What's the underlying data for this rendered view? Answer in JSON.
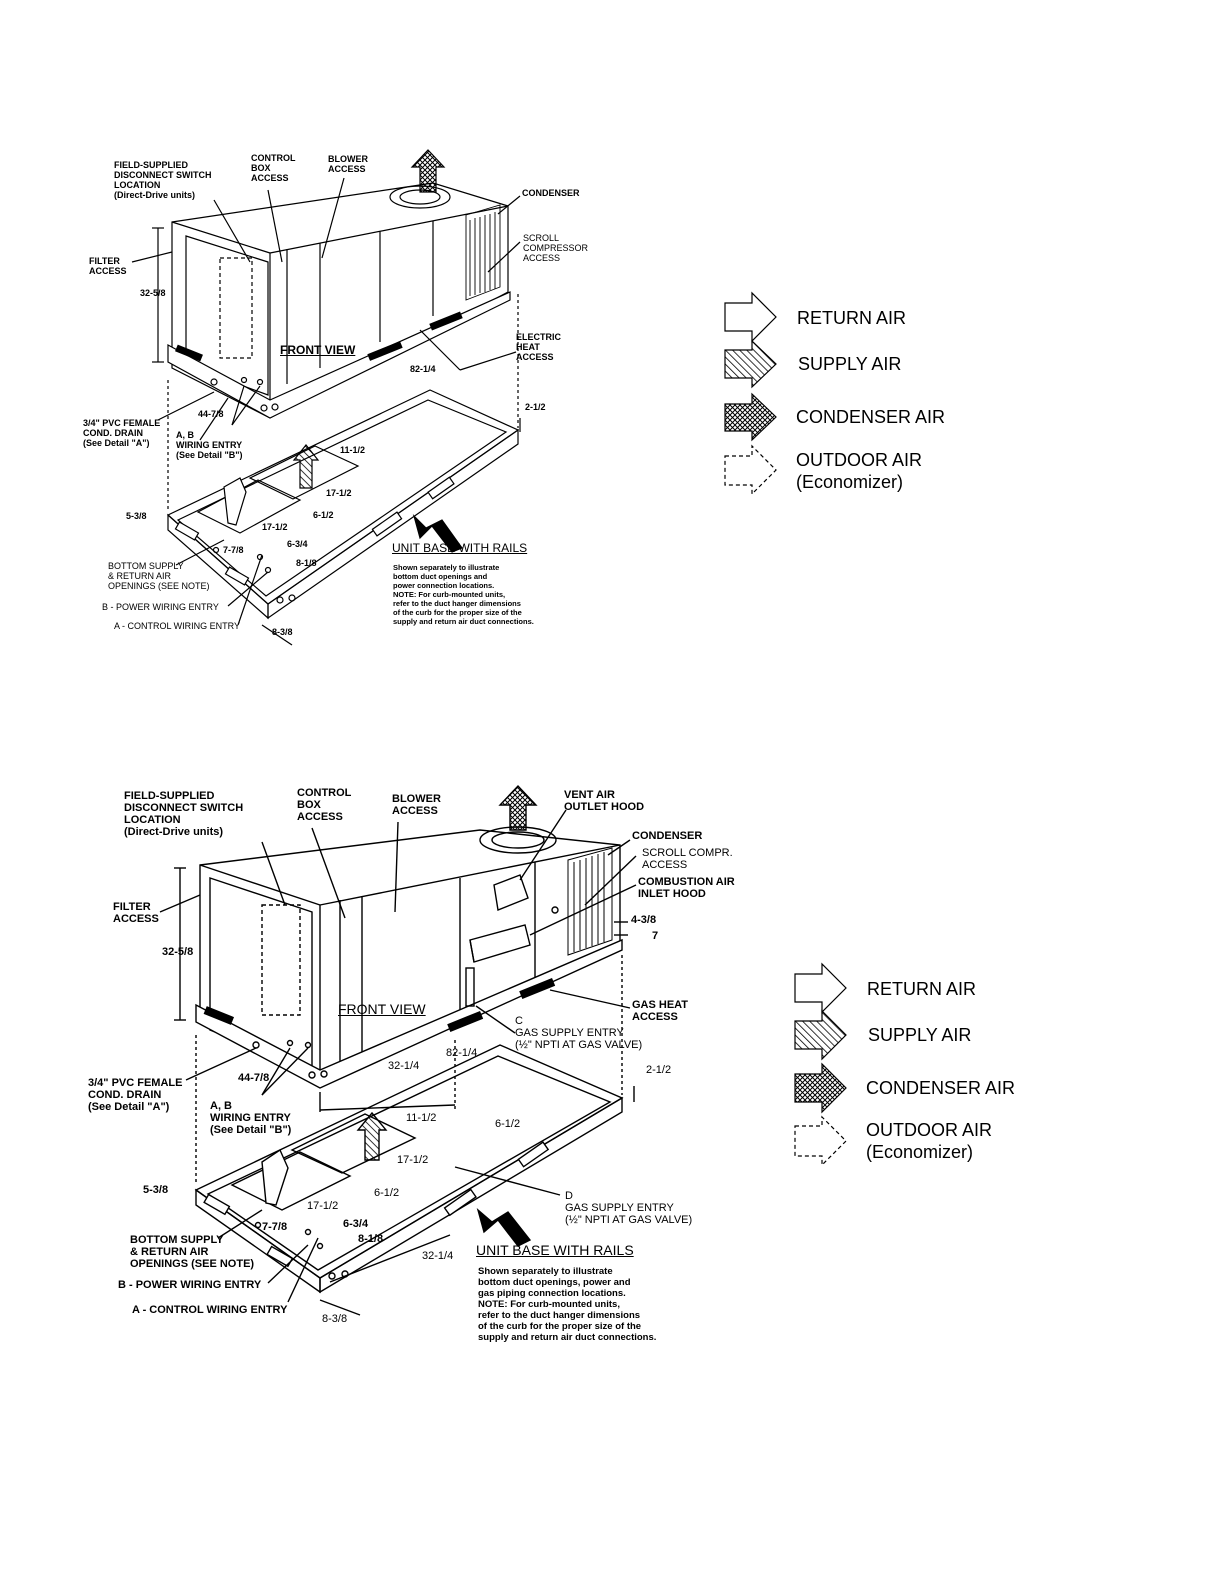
{
  "fig1": {
    "labels": {
      "field_disconnect": "FIELD-SUPPLIED\nDISCONNECT SWITCH\nLOCATION\n(Direct-Drive units)",
      "control_box": "CONTROL\nBOX\nACCESS",
      "blower": "BLOWER\nACCESS",
      "condenser": "CONDENSER",
      "scroll": "SCROLL\nCOMPRESSOR\nACCESS",
      "filter": "FILTER\nACCESS",
      "dim_32_5_8": "32-5/8",
      "front_view": "FRONT VIEW",
      "electric_heat": "ELECTRIC\nHEAT\nACCESS",
      "dim_82_1_4": "82-1/4",
      "dim_44_7_8": "44-7/8",
      "dim_2_1_2": "2-1/2",
      "pvc_drain": "3/4\" PVC FEMALE\nCOND. DRAIN\n(See Detail \"A\")",
      "wiring_entry": "A, B\nWIRING ENTRY\n(See Detail \"B\")",
      "dim_11_1_2": "11-1/2",
      "dim_17_1_2a": "17-1/2",
      "dim_6_1_2": "6-1/2",
      "dim_17_1_2b": "17-1/2",
      "dim_5_3_8": "5-3/8",
      "dim_7_7_8": "7-7/8",
      "dim_6_3_4": "6-3/4",
      "dim_8_1_8": "8-1/8",
      "dim_8_3_8": "8-3/8",
      "bottom_openings": "BOTTOM SUPPLY\n& RETURN AIR\nOPENINGS (SEE NOTE)",
      "power_entry": "B - POWER WIRING ENTRY",
      "control_entry": "A - CONTROL WIRING ENTRY",
      "unit_base": "UNIT BASE WITH RAILS",
      "base_note": "Shown separately to illustrate\nbottom duct openings and\npower connection locations.\nNOTE: For curb-mounted units,\nrefer to the duct hanger dimensions\nof the curb for the proper size of the\nsupply and return air duct connections."
    }
  },
  "fig2": {
    "labels": {
      "field_disconnect": "FIELD-SUPPLIED\nDISCONNECT SWITCH\nLOCATION\n(Direct-Drive units)",
      "control_box": "CONTROL\nBOX\nACCESS",
      "blower": "BLOWER\nACCESS",
      "vent_hood": "VENT AIR\nOUTLET HOOD",
      "condenser": "CONDENSER",
      "scroll": "SCROLL COMPR.\nACCESS",
      "combustion": "COMBUSTION AIR\nINLET HOOD",
      "dim_4_3_8": "4-3/8",
      "dim_7": "7",
      "filter": "FILTER\nACCESS",
      "dim_32_5_8": "32-5/8",
      "front_view": "FRONT VIEW",
      "gas_heat": "GAS HEAT\nACCESS",
      "gas_c": "C\nGAS SUPPLY ENTRY\n(½\" NPTI AT GAS VALVE)",
      "dim_82_1_4": "82-1/4",
      "dim_32_1_4a": "32-1/4",
      "dim_44_7_8": "44-7/8",
      "dim_2_1_2": "2-1/2",
      "pvc_drain": "3/4\" PVC FEMALE\nCOND. DRAIN\n(See Detail \"A\")",
      "wiring_entry": "A, B\nWIRING ENTRY\n(See Detail \"B\")",
      "dim_11_1_2": "11-1/2",
      "dim_6_1_2a": "6-1/2",
      "dim_17_1_2a": "17-1/2",
      "dim_6_1_2b": "6-1/2",
      "dim_17_1_2b": "17-1/2",
      "dim_5_3_8": "5-3/8",
      "dim_7_7_8": "7-7/8",
      "dim_6_3_4": "6-3/4",
      "dim_8_1_8": "8-1/8",
      "dim_32_1_4b": "32-1/4",
      "dim_8_3_8": "8-3/8",
      "gas_d": "D\nGAS SUPPLY ENTRY\n(½\" NPTI AT GAS VALVE)",
      "bottom_openings": "BOTTOM SUPPLY\n& RETURN AIR\nOPENINGS (SEE NOTE)",
      "power_entry": "B - POWER WIRING ENTRY",
      "control_entry": "A - CONTROL WIRING ENTRY",
      "unit_base": "UNIT BASE WITH RAILS",
      "base_note": "Shown separately to illustrate\nbottom duct openings, power and\ngas piping connection locations.\nNOTE: For curb-mounted units,\nrefer to the duct hanger dimensions\nof the curb for the proper size of the\nsupply and return air duct connections."
    }
  },
  "legend": {
    "return_air": "RETURN AIR",
    "supply_air": "SUPPLY AIR",
    "condenser_air": "CONDENSER AIR",
    "outdoor_air": "OUTDOOR AIR",
    "economizer": "(Economizer)"
  }
}
